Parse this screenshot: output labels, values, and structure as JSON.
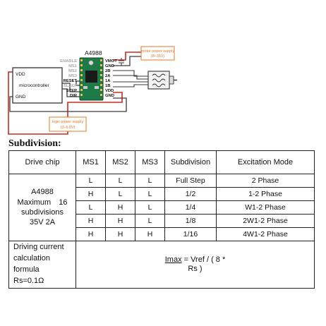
{
  "diagram": {
    "chip_title": "A4988",
    "mcu_label": "microcontroller",
    "mcu_vdd": "VDD",
    "mcu_gnd": "GND",
    "left_pins": [
      "ENABLE",
      "MS1",
      "MS2",
      "MS3",
      "RESET",
      "SLEEP",
      "STEP",
      "DIR"
    ],
    "right_pins": [
      "VMOT",
      "GND",
      "2B",
      "2A",
      "1A",
      "1B",
      "VDD",
      "GND"
    ],
    "motor_supply": {
      "line1": "motor power supply",
      "line2": "(8–35V)"
    },
    "logic_supply": {
      "line1": "logic power supply",
      "line2": "(3–5.5V)"
    },
    "colors": {
      "board": "#1f7a4a",
      "supply_box": "#e87722",
      "wire_red": "#cc2a1f",
      "wire_dark": "#3a3a3a"
    }
  },
  "section_heading": "Subdivision:",
  "table": {
    "headers": {
      "drive_chip": "Drive chip",
      "ms1": "MS1",
      "ms2": "MS2",
      "ms3": "MS3",
      "subdivision": "Subdivision",
      "excitation": "Excitation Mode"
    },
    "chip_info": {
      "line1": "A4988",
      "line2": "Maximum　16",
      "line3": "subdivisions",
      "line4": "35V 2A"
    },
    "rows": [
      {
        "ms1": "L",
        "ms2": "L",
        "ms3": "L",
        "subdivision": "Full Step",
        "mode": "2 Phase"
      },
      {
        "ms1": "H",
        "ms2": "L",
        "ms3": "L",
        "subdivision": "1/2",
        "mode": "1-2 Phase"
      },
      {
        "ms1": "L",
        "ms2": "H",
        "ms3": "L",
        "subdivision": "1/4",
        "mode": "W1-2 Phase"
      },
      {
        "ms1": "H",
        "ms2": "H",
        "ms3": "L",
        "subdivision": "1/8",
        "mode": "2W1-2 Phase"
      },
      {
        "ms1": "H",
        "ms2": "H",
        "ms3": "H",
        "subdivision": "1/16",
        "mode": "4W1-2 Phase"
      }
    ],
    "driving_current": {
      "line1": "Driving current",
      "line2": "calculation",
      "line3": "formula",
      "line4": "Rs=0.1Ω"
    },
    "formula": {
      "imax": "Imax",
      "rest1": " = Vref / ( 8 *",
      "rest2": "Rs )"
    }
  }
}
